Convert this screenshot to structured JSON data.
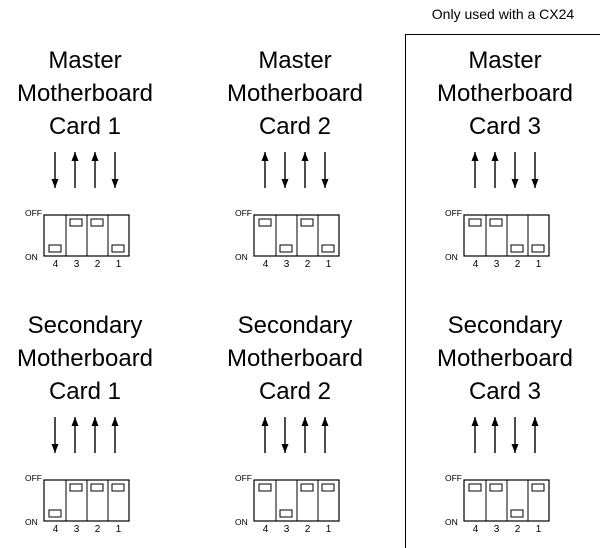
{
  "note": "Only used with a CX24",
  "labels": {
    "off": "OFF",
    "on": "ON"
  },
  "switch_numbers": [
    "4",
    "3",
    "2",
    "1"
  ],
  "cards": [
    {
      "title": [
        "Master",
        "Motherboard",
        "Card 1"
      ],
      "switches": [
        "ON",
        "OFF",
        "OFF",
        "ON"
      ]
    },
    {
      "title": [
        "Master",
        "Motherboard",
        "Card 2"
      ],
      "switches": [
        "OFF",
        "ON",
        "OFF",
        "ON"
      ]
    },
    {
      "title": [
        "Master",
        "Motherboard",
        "Card 3"
      ],
      "switches": [
        "OFF",
        "OFF",
        "ON",
        "ON"
      ]
    },
    {
      "title": [
        "Secondary",
        "Motherboard",
        "Card 1"
      ],
      "switches": [
        "ON",
        "OFF",
        "OFF",
        "OFF"
      ]
    },
    {
      "title": [
        "Secondary",
        "Motherboard",
        "Card 2"
      ],
      "switches": [
        "OFF",
        "ON",
        "OFF",
        "OFF"
      ]
    },
    {
      "title": [
        "Secondary",
        "Motherboard",
        "Card 3"
      ],
      "switches": [
        "OFF",
        "OFF",
        "ON",
        "OFF"
      ]
    }
  ]
}
